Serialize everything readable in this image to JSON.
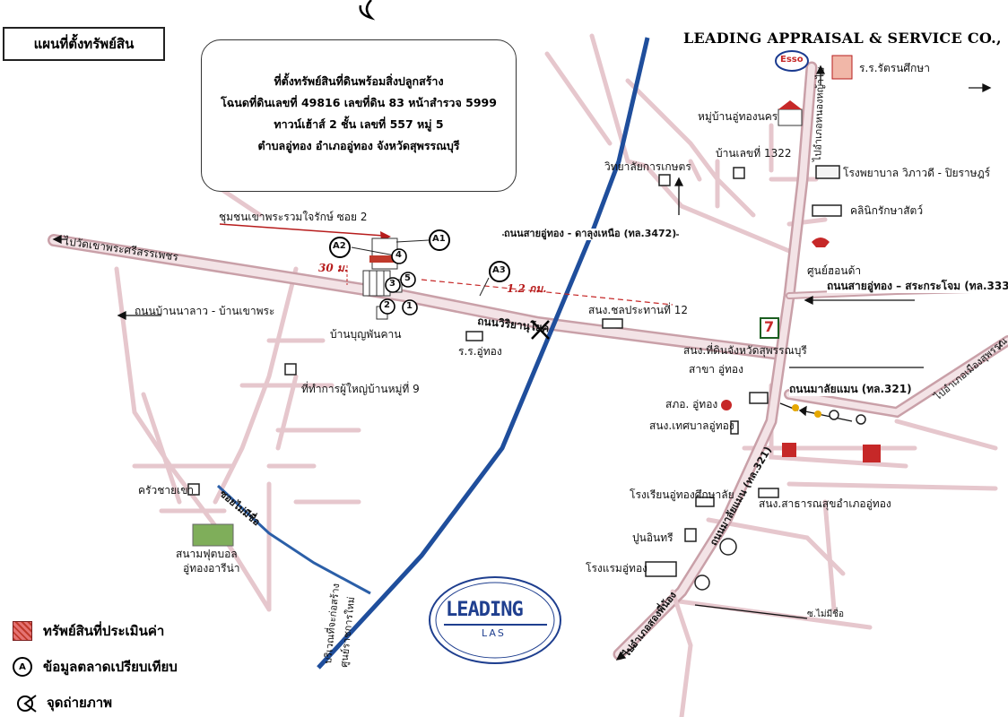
{
  "header": {
    "title": "แผนที่ตั้งทรัพย์สิน",
    "company": "LEADING APPRAISAL & SERVICE CO.,"
  },
  "info_box": {
    "line1": "ที่ตั้งทรัพย์สินที่ดินพร้อมสิ่งปลูกสร้าง",
    "line2": "โฉนดที่ดินเลขที่ 49816 เลขที่ดิน 83 หน้าสำรวจ 5999",
    "line3": "ทาวน์เฮ้าส์ 2 ชั้น  เลขที่  557 หมู่ 5",
    "line4": "ตำบลอู่ทอง อำเภออู่ทอง จังหวัดสุพรรณบุรี"
  },
  "labels": {
    "esso": "Esso",
    "rattana": "ร.ร.รัตรนศึกษา",
    "to_nong_ya_sai": "ไปอำเภอหนองหญ้าไซ",
    "village_u_thong_nakhon": "หมู่บ้านอู่ทองนคร",
    "house_1322": "บ้านเลขที่ 1322",
    "agri_college": "วิทยาลัยการเกษตร",
    "hospital": "โรงพยาบาล วิภาวดี - ปิยราษฎร์",
    "animal_clinic": "คลินิกรักษาสัตว์",
    "honda": "ศูนย์ฮอนด้า",
    "road_3472": "ถนนสายอู่ทอง - ดาลุงเหนือ (ทล.3472)",
    "road_333": "ถนนสายอู่ทอง – สระกระโจม (ทล.333)",
    "community_soi2": "ชุมชนเขาพระรวมใจรักษ์ ซอย 2",
    "to_wat_khao_phra": "ไปวัดเขาพระศรีสรรเพชร",
    "dist_30m": "30 ม.",
    "dist_12km": "1.2 กม.",
    "irrigation_12": "สนง.ชลประทานที่ 12",
    "road_na_lao": "ถนนบ้านนาลาว - บ้านเขาพระ",
    "ban_bun": "บ้านบุญพันคาน",
    "road_wiriyan": "ถนนวิริยานุโยค",
    "school_u_thong": "ร.ร.อู่ทอง",
    "land_office": "สนง.ที่ดินจังหวัดสุพรรณบุรี",
    "land_branch": "สาขา อู่ทอง",
    "police": "สภอ. อู่ทอง",
    "road_malai_321": "ถนนมาลัยแมน (ทล.321)",
    "to_mueang": "ไปอำเภอเมืองสุพรรณ",
    "municipal": "สนง.เทศบาลอู่ทอง",
    "headman": "ที่ทำการผู้ใหญ่บ้านหมู่ที่ 9",
    "khrua_chai_khao": "ครัวชายเขา",
    "soi_mai_mi_chue": "ซอยไม่มีชื่อ",
    "football1": "สนามฟุตบอล",
    "football2": "อู่ทองอารีน่า",
    "school_sueksa": "โรงเรียนอู่ทองศึกษาลัย",
    "public_health": "สนง.สาธารณสุขอำเภออู่ทอง",
    "road_malai_321_b": "ถนนมาลัยแมน (ทล.321)",
    "puninthree": "ปูนอินทรี",
    "hotel": "โรงแรมอู่ทอง",
    "to_song_phi_nong": "ไปอำเภอสองพี่น้อง",
    "new_project1": "บริเวณที่จะก่อสร้าง",
    "new_project2": "ศูนย์ราชการใหม่",
    "soi_small": "ซ.ไม่มีชื่อ",
    "stamp_top": "LEADING",
    "stamp_bottom": "LAS",
    "seven": "7"
  },
  "markers": {
    "A1": "A1",
    "A2": "A2",
    "A3": "A3",
    "n1": "1",
    "n2": "2",
    "n3": "3",
    "n4": "4",
    "n5": "5"
  },
  "legend": {
    "subject": "ทรัพย์สินที่ประเมินค่า",
    "comparables": "ข้อมูลตลาดเปรียบเทียบ",
    "comparable_symbol": "A",
    "photo_point": "จุดถ่ายภาพ"
  },
  "colors": {
    "road": "#e8cdd2",
    "road_edge": "#c9a0a8",
    "highway": "#1f4e9c",
    "red": "#c62828"
  }
}
